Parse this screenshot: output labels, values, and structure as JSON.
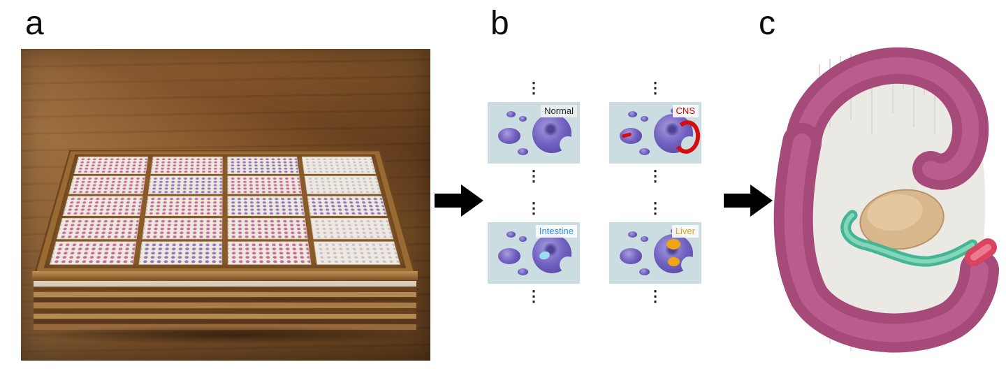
{
  "figure": {
    "panel_a_label": "a",
    "panel_b_label": "b",
    "panel_c_label": "c"
  },
  "panel_b": {
    "ellipsis": "⋮",
    "thumbnails": [
      {
        "label": "Normal",
        "label_color": "#262626"
      },
      {
        "label": "CNS",
        "label_color": "#d00000"
      },
      {
        "label": "Intestine",
        "label_color": "#2f8fdd"
      },
      {
        "label": "Liver",
        "label_color": "#e2a30b"
      }
    ]
  },
  "colors": {
    "thumb_background": "#cbdde1",
    "tissue_purple": "#7465c2",
    "stain_pink": "#c4548e",
    "stain_purple": "#8b5fb5",
    "wood_brown": "#7b4c22",
    "render_magenta": "#a64a79",
    "render_teal": "#45b695",
    "render_tan": "#d9b78c",
    "render_red": "#d9455e",
    "arrow_black": "#000000"
  }
}
